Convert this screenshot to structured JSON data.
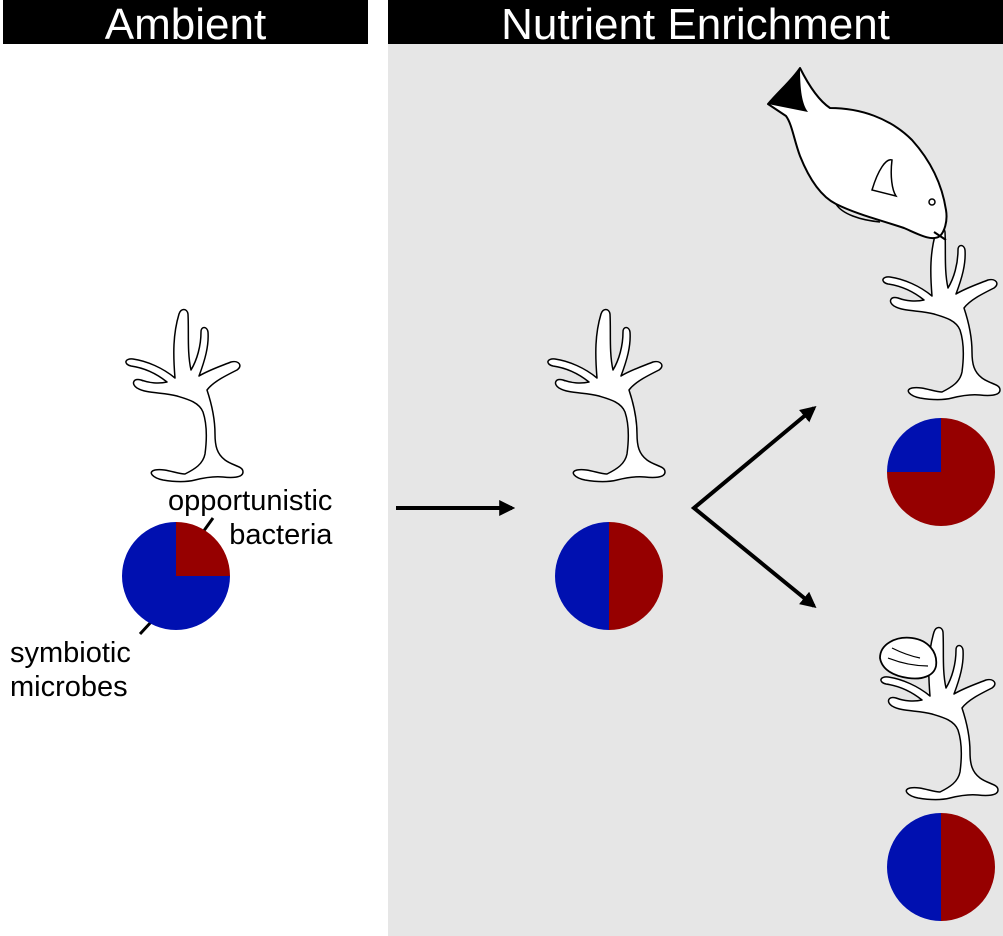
{
  "panels": {
    "ambient": {
      "title": "Ambient"
    },
    "nutrient": {
      "title": "Nutrient Enrichment"
    }
  },
  "labels": {
    "opportunistic_line1": "opportunistic",
    "opportunistic_line2": "bacteria",
    "symbiotic_line1": "symbiotic",
    "symbiotic_line2": "microbes"
  },
  "colors": {
    "symbiotic": "#0010b0",
    "opportunistic": "#960000",
    "header_bg": "#000000",
    "nutrient_bg": "#e6e6e6"
  },
  "chart_data": [
    {
      "type": "pie",
      "id": "ambient-pie",
      "fractions": {
        "opportunistic": 0.25,
        "symbiotic": 0.75
      }
    },
    {
      "type": "pie",
      "id": "enriched-pie",
      "fractions": {
        "opportunistic": 0.5,
        "symbiotic": 0.5
      }
    },
    {
      "type": "pie",
      "id": "grazed-pie",
      "fractions": {
        "opportunistic": 0.75,
        "symbiotic": 0.25
      }
    },
    {
      "type": "pie",
      "id": "snail-pie",
      "fractions": {
        "opportunistic": 0.5,
        "symbiotic": 0.5
      }
    }
  ],
  "icons": [
    "coral-icon",
    "parrotfish-icon",
    "snail-icon",
    "arrow-icon"
  ]
}
